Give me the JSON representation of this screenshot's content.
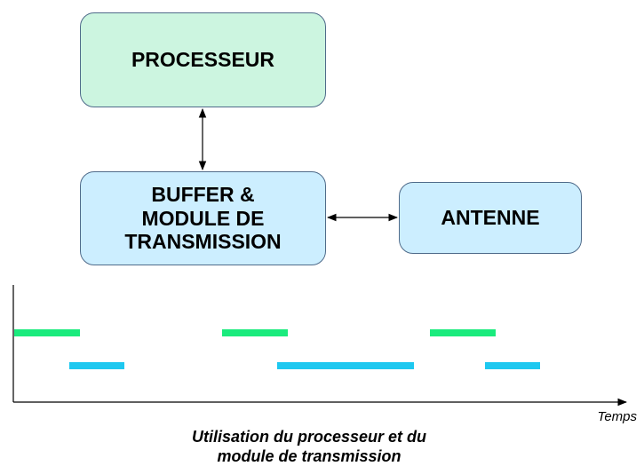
{
  "boxes": {
    "processor": {
      "label": "PROCESSEUR",
      "fill": "#ccf5e0"
    },
    "buffer": {
      "label": "BUFFER &\nMODULE DE\nTRANSMISSION",
      "fill": "#cceeff"
    },
    "antenna": {
      "label": "ANTENNE",
      "fill": "#cceeff"
    }
  },
  "timeline": {
    "axis_label": "Temps",
    "caption_line1": "Utilisation du processeur et du",
    "caption_line2": "module de transmission",
    "processor_color": "#1aeb7d",
    "transmission_color": "#1ec8f0"
  }
}
